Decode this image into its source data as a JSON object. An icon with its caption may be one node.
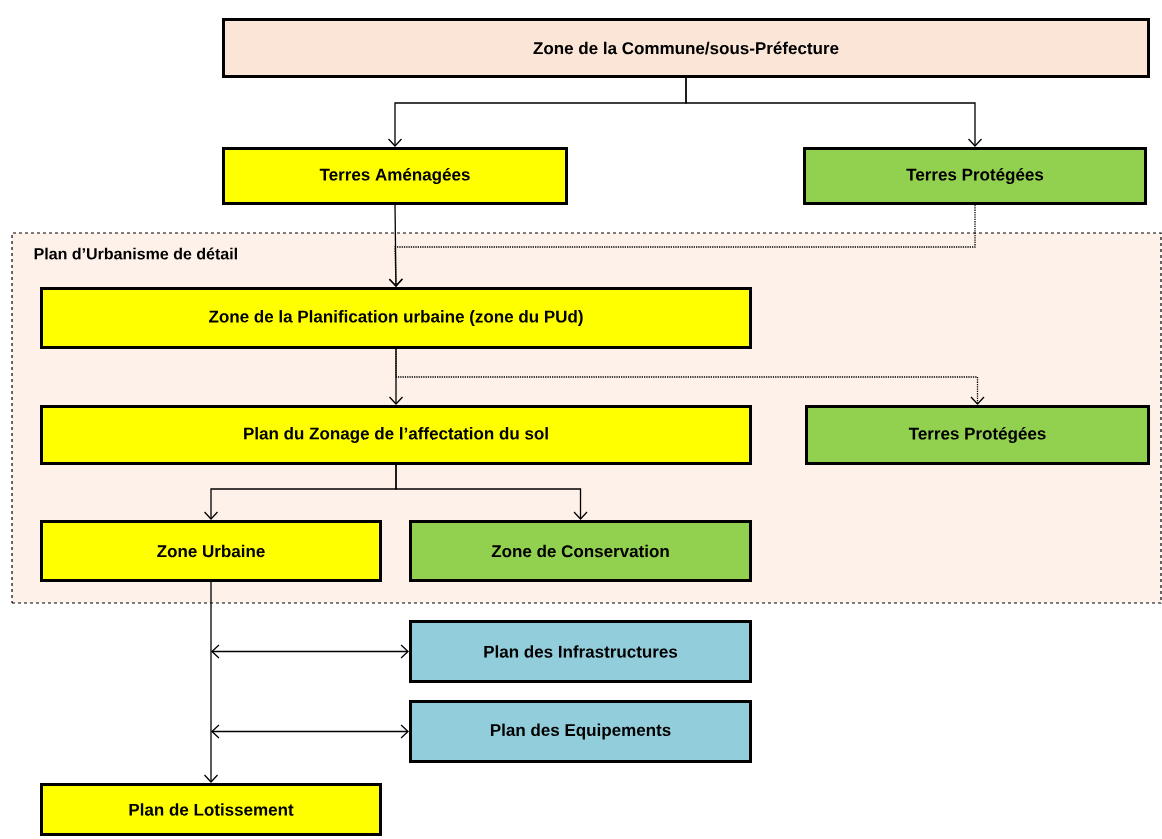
{
  "diagram": {
    "nodes": [
      {
        "text": [
          "Zone de la Commune/sous-Préfecture"
        ]
      },
      {
        "text": [
          "Terres Aménagées"
        ]
      },
      {
        "text": [
          "Terres Protégées"
        ]
      },
      {
        "text": [
          "Plan d’Urbanisme de détail"
        ]
      },
      {
        "text": [
          "Zone de la Planification urbaine (zone du PUd)"
        ],
        "in": 3
      },
      {
        "text": [
          "Plan du Zonage de l’affectation du sol"
        ],
        "in": 3
      },
      {
        "text": [
          "Terres Protégées"
        ],
        "in": 3
      },
      {
        "text": [
          "Zone Urbaine"
        ],
        "in": 3
      },
      {
        "text": [
          "Zone de Conservation"
        ],
        "in": 3
      },
      {
        "text": [
          "Plan des Infrastructures"
        ]
      },
      {
        "text": [
          "Plan des Equipements"
        ]
      },
      {
        "text": [
          "Plan de Lotissement"
        ]
      }
    ],
    "edges": [
      {
        "from": 0,
        "to": 1,
        "arrow": "to"
      },
      {
        "from": 0,
        "to": 2,
        "arrow": "to"
      },
      {
        "from": 1,
        "to": 4,
        "arrow": "to"
      },
      {
        "from": 2,
        "to": 4,
        "arrow": "to",
        "style": "dashed"
      },
      {
        "from": 4,
        "to": 5,
        "arrow": "to"
      },
      {
        "from": 4,
        "to": 6,
        "arrow": "to",
        "style": "dashed"
      },
      {
        "from": 5,
        "to": 7,
        "arrow": "to"
      },
      {
        "from": 5,
        "to": 8,
        "arrow": "to"
      },
      {
        "from": 7,
        "to": 11,
        "arrow": "to"
      },
      {
        "from": null,
        "to": 9,
        "arrow": "both"
      },
      {
        "from": null,
        "to": 10,
        "arrow": "both"
      }
    ]
  }
}
